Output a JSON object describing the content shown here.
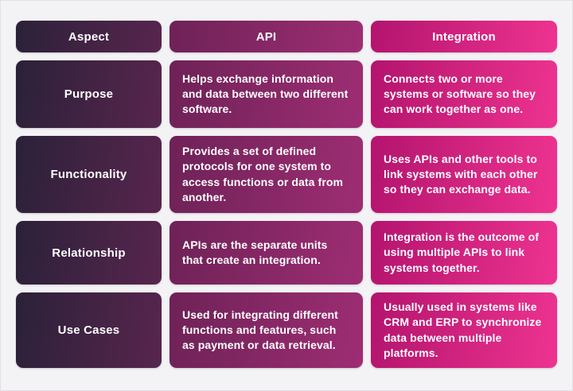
{
  "colors": {
    "page_background": "#f3f2f5",
    "aspect_gradient_start": "#2b2139",
    "aspect_gradient_end": "#58254e",
    "api_gradient_start": "#6e2257",
    "api_gradient_end": "#9e2d73",
    "integration_gradient_start": "#b3146e",
    "integration_gradient_end": "#ee3390",
    "text": "#ffffff"
  },
  "table": {
    "headers": [
      {
        "label": "Aspect"
      },
      {
        "label": "API"
      },
      {
        "label": "Integration"
      }
    ],
    "rows": [
      {
        "aspect": "Purpose",
        "api": "Helps exchange information and data between two different software.",
        "integration": "Connects two or more systems or software so they can work together as one."
      },
      {
        "aspect": "Functionality",
        "api": "Provides a set of defined protocols for one system to access functions or data from another.",
        "integration": "Uses APIs and other tools to link systems with each other so they can exchange data."
      },
      {
        "aspect": "Relationship",
        "api": "APIs are the separate units that create an integration.",
        "integration": "Integration is the outcome of using multiple APIs to link systems together."
      },
      {
        "aspect": "Use Cases",
        "api": "Used for integrating different functions and features, such as payment or data retrieval.",
        "integration": "Usually used in systems like CRM and ERP to synchronize data between multiple platforms."
      }
    ]
  },
  "chart_data": {
    "type": "table",
    "title": "",
    "columns": [
      "Aspect",
      "API",
      "Integration"
    ],
    "rows": [
      [
        "Purpose",
        "Helps exchange information and data between two different software.",
        "Connects two or more systems or software so they can work together as one."
      ],
      [
        "Functionality",
        "Provides a set of defined protocols for one system to access functions or data from another.",
        "Uses APIs and other tools to link systems with each other so they can exchange data."
      ],
      [
        "Relationship",
        "APIs are the separate units that create an integration.",
        "Integration is the outcome of using multiple APIs to link systems together."
      ],
      [
        "Use Cases",
        "Used for integrating different functions and features, such as payment or data retrieval.",
        "Usually used in systems like CRM and ERP to synchronize data between multiple platforms."
      ]
    ],
    "layout": {
      "grid": false,
      "legend": false
    }
  }
}
